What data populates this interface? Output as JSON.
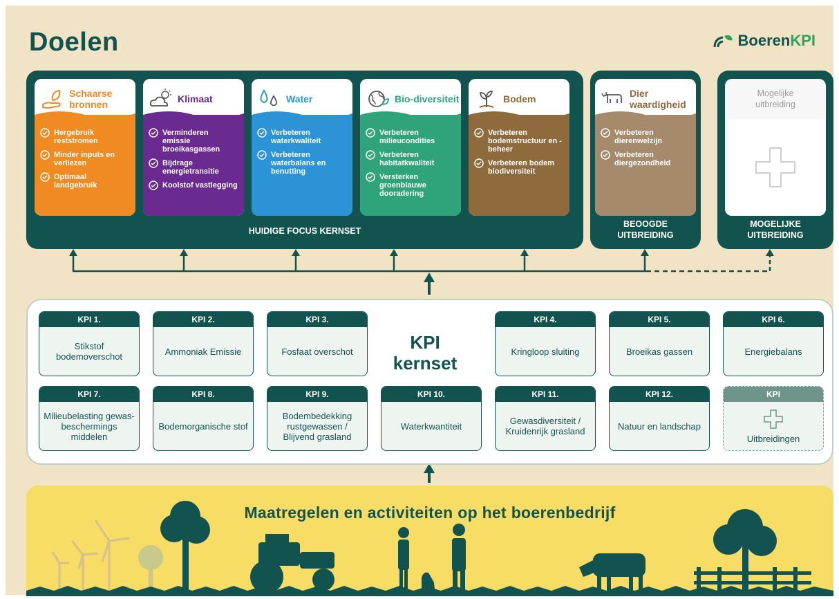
{
  "title": "Doelen",
  "logo": {
    "part1": "Boeren",
    "part2": "KPI"
  },
  "colors": {
    "dark_teal": "#12534f",
    "background": "#f1e3c5",
    "schaarse": "#f08a22",
    "klimaat": "#6b2a8f",
    "water": "#2b93d6",
    "bio": "#2fa47a",
    "bodem": "#8e6a3c",
    "dier": "#a68a6c",
    "bottom": "#f7dd66"
  },
  "goals": [
    {
      "title": "Schaarse bronnen",
      "icon": "hand-leaf-icon",
      "items": [
        "Hergebruik reststromen",
        "Minder inputs en verliezen",
        "Optimaal landgebruik"
      ]
    },
    {
      "title": "Klimaat",
      "icon": "cloud-sun-icon",
      "items": [
        "Verminderen emissie broeikasgassen",
        "Bijdrage energietransitie",
        "Koolstof vastlegging"
      ]
    },
    {
      "title": "Water",
      "icon": "water-drops-icon",
      "items": [
        "Verbeteren waterkwaliteit",
        "Verbeteren waterbalans en benutting"
      ]
    },
    {
      "title": "Bio-diversiteit",
      "icon": "globe-leaf-icon",
      "items": [
        "Verbeteren milieucondities",
        "Verbeteren habitatkwaliteit",
        "Versterken groenblauwe dooradering"
      ]
    },
    {
      "title": "Bodem",
      "icon": "sprout-icon",
      "items": [
        "Verbeteren bodemstructuur en -beheer",
        "Verbeteren bodem biodiversiteit"
      ]
    }
  ],
  "focus_label": "HUIDIGE FOCUS KERNSET",
  "dier": {
    "title": "Dier waardigheid",
    "icon": "cow-icon",
    "items": [
      "Verbeteren dierenwelzijn",
      "Verbeteren diergezondheid"
    ],
    "label": "BEOOGDE UITBREIDING"
  },
  "mogelijk": {
    "title": "Mogelijke uitbreiding",
    "label": "MOGELIJKE UITBREIDING"
  },
  "kpi_center": "KPI kernset",
  "kpis_row1": [
    {
      "head": "KPI 1.",
      "body": "Stikstof bodemoverschot"
    },
    {
      "head": "KPI 2.",
      "body": "Ammoniak Emissie"
    },
    {
      "head": "KPI 3.",
      "body": "Fosfaat overschot"
    },
    {
      "head": "KPI 4.",
      "body": "Kringloop sluiting"
    },
    {
      "head": "KPI 5.",
      "body": "Broeikas gassen"
    },
    {
      "head": "KPI 6.",
      "body": "Energiebalans"
    }
  ],
  "kpis_row2": [
    {
      "head": "KPI 7.",
      "body": "Milieubelasting gewas-beschermings middelen"
    },
    {
      "head": "KPI 8.",
      "body": "Bodemorganische stof"
    },
    {
      "head": "KPI 9.",
      "body": "Bodembedekking rustgewassen / Blijvend grasland"
    },
    {
      "head": "KPI 10.",
      "body": "Waterkwantiteit"
    },
    {
      "head": "KPI 11.",
      "body": "Gewasdiversiteit / Kruidenrijk grasland"
    },
    {
      "head": "KPI 12.",
      "body": "Natuur en landschap"
    }
  ],
  "kpi_extension": {
    "head": "KPI",
    "body": "Uitbreidingen"
  },
  "bottom_title": "Maatregelen en activiteiten op het boerenbedrijf"
}
